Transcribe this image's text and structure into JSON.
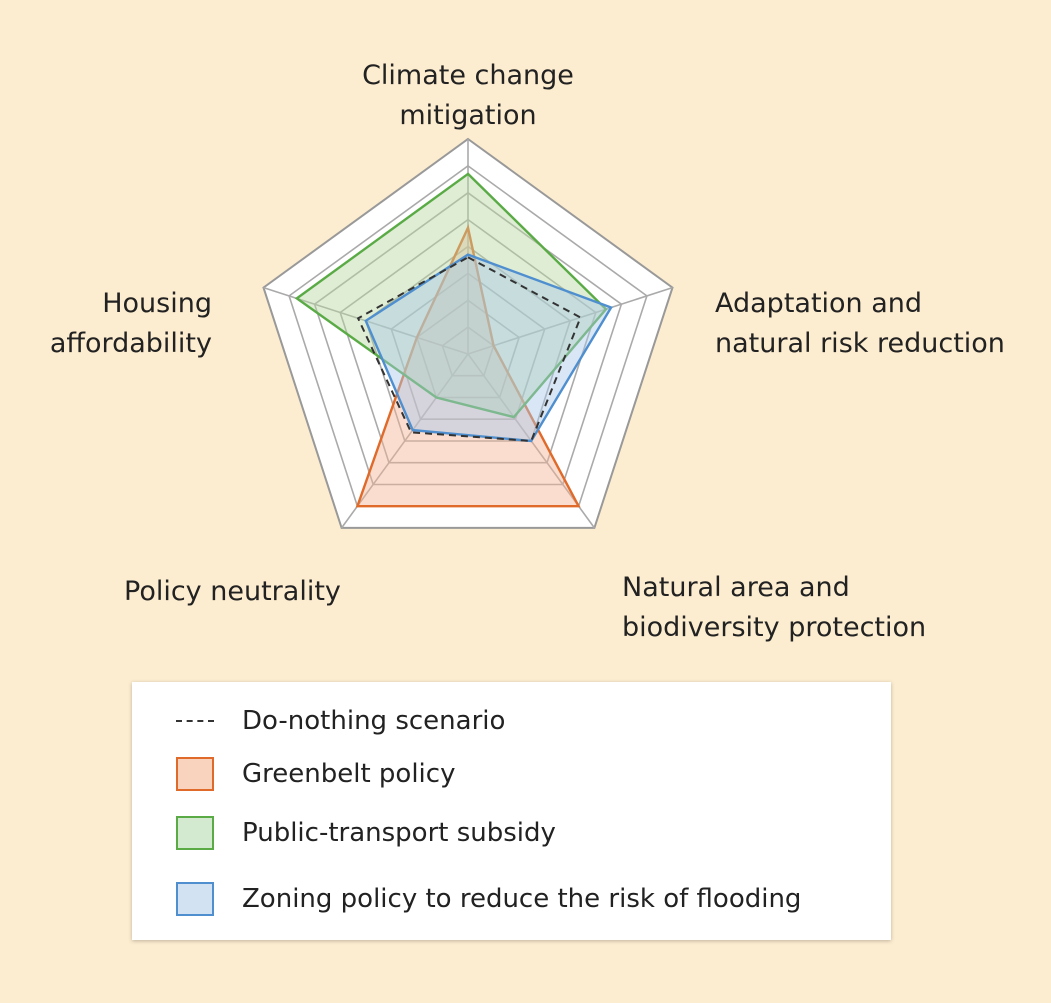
{
  "chart_data": {
    "type": "radar",
    "axes": [
      "Climate change\nmitigation",
      "Adaptation and\nnatural risk reduction",
      "Natural area and\nbiodiversity protection",
      "Policy neutrality",
      "Housing\naffordability"
    ],
    "levels": 8,
    "rmax": 8,
    "series": [
      {
        "name": "Do-nothing scenario",
        "values": [
          3.6,
          4.4,
          4.0,
          3.6,
          4.3
        ],
        "stroke": "#333333",
        "fill": "none",
        "dashed": true
      },
      {
        "name": "Greenbelt policy",
        "values": [
          4.7,
          1.0,
          7.0,
          7.0,
          2.0
        ],
        "stroke": "#e06a2a",
        "fill": "#f4b494",
        "dashed": false
      },
      {
        "name": "Public-transport subsidy",
        "values": [
          6.7,
          5.4,
          2.9,
          2.0,
          6.7
        ],
        "stroke": "#5aab46",
        "fill": "#b5d8a0",
        "dashed": false
      },
      {
        "name": "Zoning policy to reduce the risk of flooding",
        "values": [
          3.7,
          5.6,
          4.0,
          3.5,
          4.0
        ],
        "stroke": "#4f8fcf",
        "fill": "#a8c8e8",
        "dashed": false
      }
    ]
  },
  "legend": {
    "do_nothing": "Do-nothing scenario",
    "greenbelt": "Greenbelt policy",
    "transport": "Public-transport subsidy",
    "zoning": "Zoning policy to reduce the risk of flooding"
  },
  "colors": {
    "background": "#fdedd0",
    "greenbelt_stroke": "#e06a2a",
    "greenbelt_fill": "#f4b494",
    "transport_stroke": "#5aab46",
    "transport_fill": "#b5d8a0",
    "zoning_stroke": "#4f8fcf",
    "zoning_fill": "#a8c8e8",
    "do_nothing_stroke": "#333333"
  }
}
